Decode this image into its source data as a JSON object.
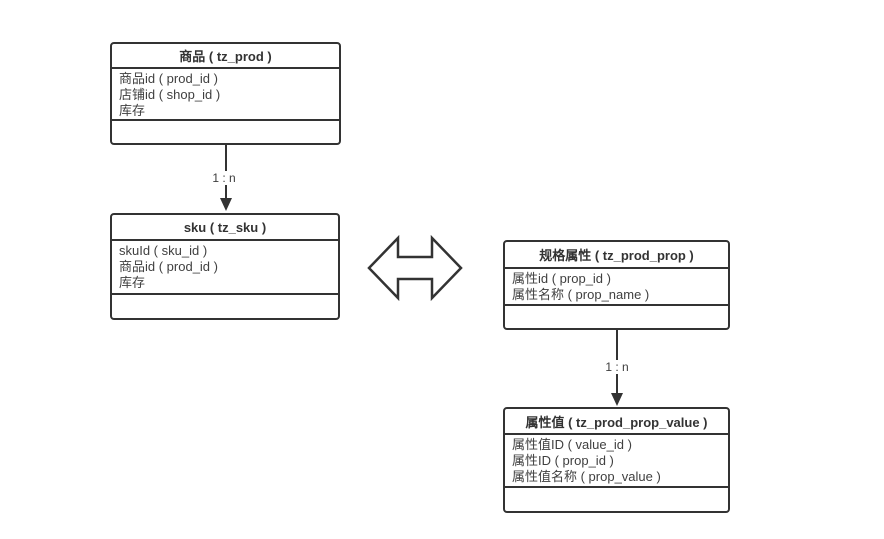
{
  "colors": {
    "background": "#ffffff",
    "line": "#333333",
    "text": "#3d3d3d"
  },
  "entities": [
    {
      "id": "prod",
      "title": "商品 ( tz_prod )",
      "fields": [
        "商品id ( prod_id )",
        "店铺id ( shop_id )",
        "库存"
      ]
    },
    {
      "id": "sku",
      "title": "sku ( tz_sku )",
      "fields": [
        "skuId ( sku_id )",
        "商品id ( prod_id )",
        "库存"
      ]
    },
    {
      "id": "prop",
      "title": "规格属性 ( tz_prod_prop )",
      "fields": [
        "属性id ( prop_id )",
        "属性名称 ( prop_name )"
      ]
    },
    {
      "id": "prop_value",
      "title": "属性值 ( tz_prod_prop_value )",
      "fields": [
        "属性值ID ( value_id )",
        "属性ID ( prop_id )",
        "属性值名称 ( prop_value )"
      ]
    }
  ],
  "connectors": [
    {
      "from": "prod",
      "to": "sku",
      "label": "1 : n"
    },
    {
      "from": "prop",
      "to": "prop_value",
      "label": "1 : n"
    }
  ],
  "relation": {
    "icon": "double-arrow-icon",
    "between": [
      "sku",
      "prop"
    ]
  }
}
